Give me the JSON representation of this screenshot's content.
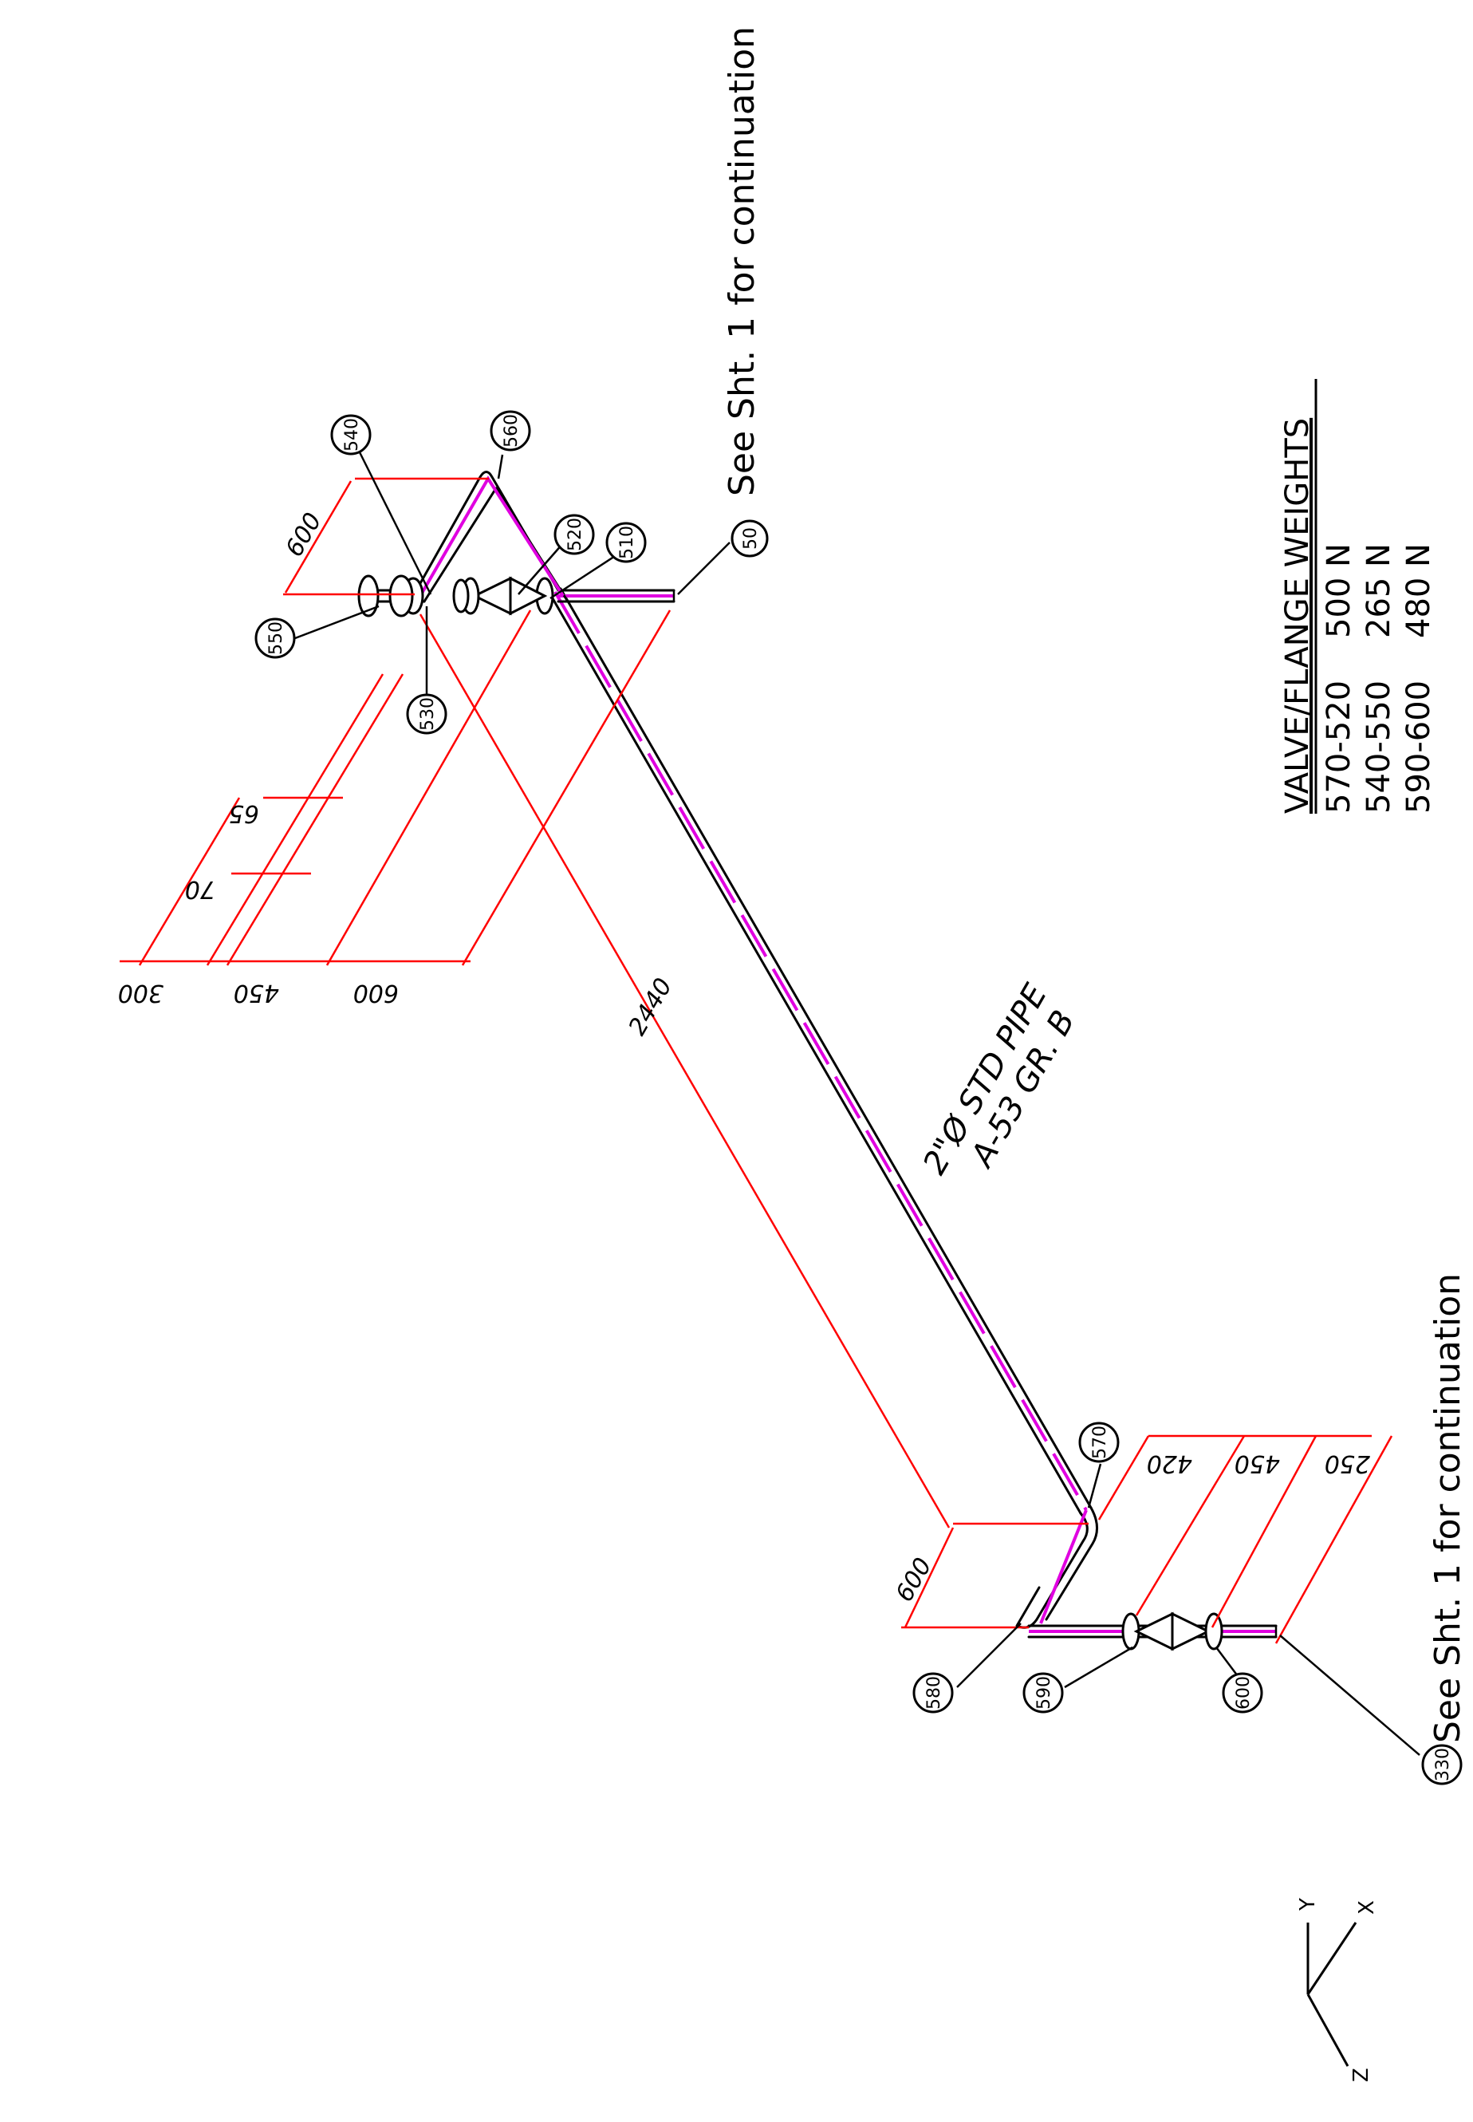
{
  "drawing": {
    "continuation_right": "See Sht. 1 for continuation",
    "continuation_left": "See Sht. 1 for continuation",
    "pipe_spec_line1": "2\"Ø STD PIPE",
    "pipe_spec_line2": "A-53 GR. B"
  },
  "weights_table": {
    "title": "VALVE/FLANGE WEIGHTS",
    "rows": [
      {
        "range": "570-520",
        "weight": "500 N"
      },
      {
        "range": "540-550",
        "weight": "265 N"
      },
      {
        "range": "590-600",
        "weight": "480 N"
      }
    ]
  },
  "nodes": [
    "50",
    "510",
    "520",
    "530",
    "540",
    "550",
    "560",
    "570",
    "580",
    "590",
    "600",
    "330"
  ],
  "dimensions": {
    "top_diag": "600",
    "stack_300": "300",
    "stack_450": "450",
    "stack_600": "600",
    "small_65": "65",
    "small_70": "70",
    "long_2440": "2440",
    "bottom_diag": "600",
    "right_420": "420",
    "right_450": "450",
    "right_250": "250"
  },
  "axes": {
    "x": "X",
    "y": "Y",
    "z": "Z"
  },
  "colors": {
    "dimension": "#ff0000",
    "pipe_centerline": "#e000e0",
    "pipe": "#000000"
  }
}
